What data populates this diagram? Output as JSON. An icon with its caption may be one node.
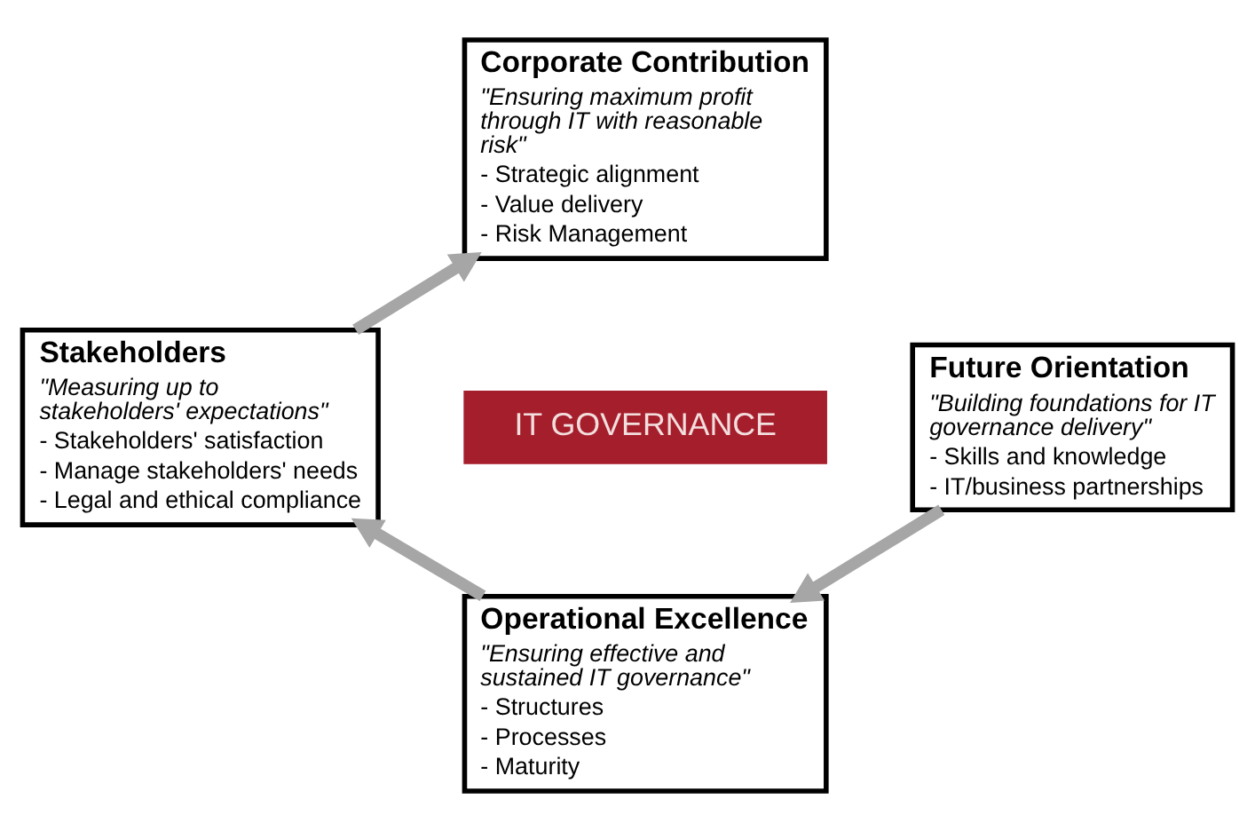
{
  "diagram": {
    "nodes": [
      {
        "text": [
          "Corporate Contribution",
          "\"Ensuring maximum profit through IT with reasonable risk\"",
          "- Strategic alignment",
          "- Value delivery",
          "- Risk Management"
        ]
      },
      {
        "text": [
          "Stakeholders",
          "\"Measuring up to stakeholders' expectations\"",
          "- Stakeholders' satisfaction",
          "- Manage stakeholders' needs",
          "- Legal and ethical compliance"
        ]
      },
      {
        "text": [
          "IT GOVERNANCE"
        ]
      },
      {
        "text": [
          "Future Orientation",
          "\"Building foundations for IT governance delivery\"",
          "- Skills and knowledge",
          "- IT/business partnerships"
        ]
      },
      {
        "text": [
          "Operational Excellence",
          "\"Ensuring effective and sustained IT governance\"",
          "- Structures",
          "- Processes",
          "- Maturity"
        ]
      }
    ],
    "edges": [
      {
        "from": 1,
        "to": 0,
        "arrow": "to"
      },
      {
        "from": 3,
        "to": 4,
        "arrow": "to"
      },
      {
        "from": 4,
        "to": 1,
        "arrow": "to"
      }
    ]
  }
}
